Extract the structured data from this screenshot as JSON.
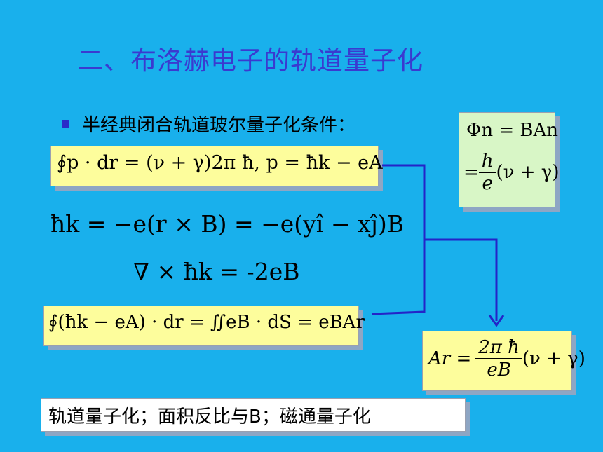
{
  "title": "二、布洛赫电子的轨道量子化",
  "bullet": "半经典闭合轨道玻尔量子化条件：",
  "eq1": "∮p · dr = (ν + γ)2π ħ,   p = ħk − eA",
  "eq2": "ħk = −e(r × B) = −e(yî − xĵ)B",
  "eq3": "∇ × ħk = -2eB",
  "eq4": "∮(ħk − eA) · dr = ∬eB · dS = eBAr",
  "side_box": {
    "line1": "Φn = BAn",
    "line2_lhs": "=",
    "line2_num": "h",
    "line2_den": "e",
    "line2_rhs": "(ν + γ)"
  },
  "result_box": {
    "lhs": "Ar =",
    "num": "2π ħ",
    "den": "eB",
    "rhs": "(ν + γ)"
  },
  "conclusion": "轨道量子化；面积反比与B；磁通量子化",
  "colors": {
    "background": "#19b0ec",
    "title": "#3a3ad0",
    "connector": "#2424c8",
    "eq_box": "#fdfd9c",
    "side_box": "#d8f6c6"
  }
}
